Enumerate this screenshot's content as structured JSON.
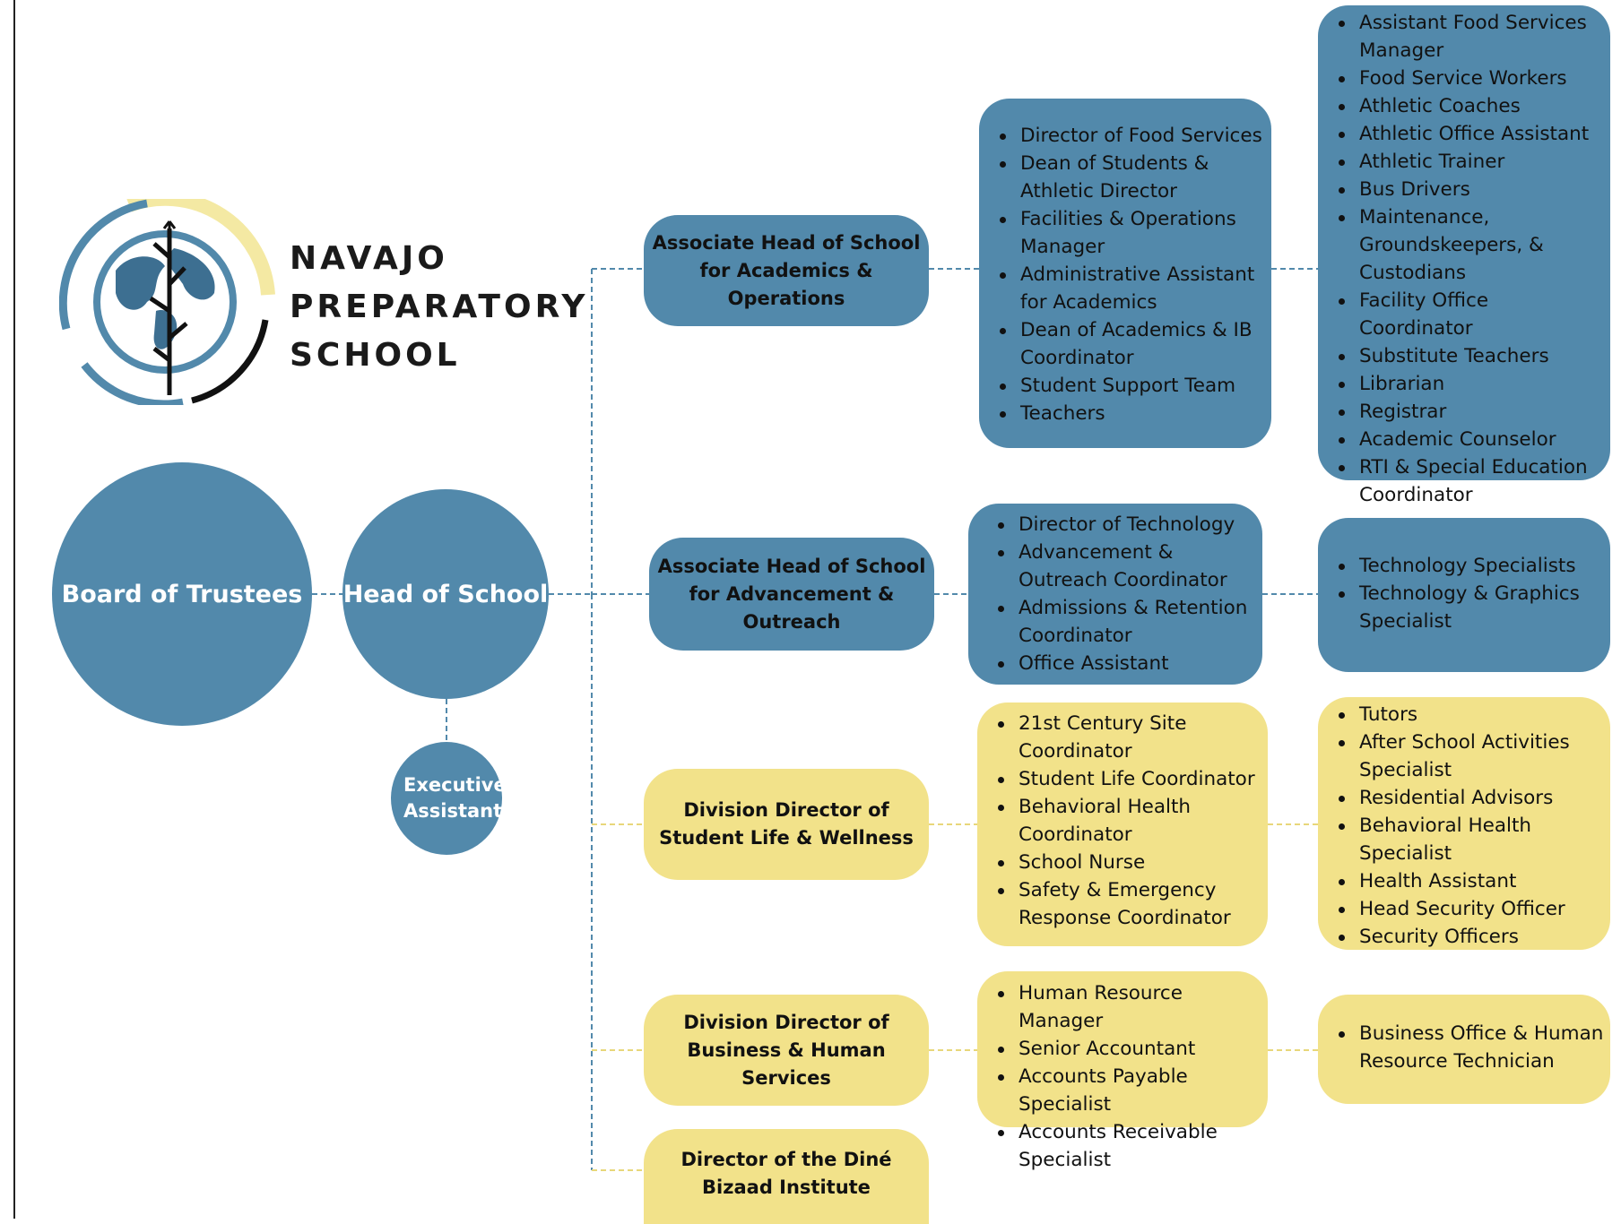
{
  "school_name": [
    "NAVAJO",
    "PREPARATORY",
    "SCHOOL"
  ],
  "colors": {
    "blue": "#5289ab",
    "yellow": "#f2e28a",
    "logo_yellow": "#f4e9a3",
    "logo_dark_blue": "#3d6f91",
    "logo_black": "#111111"
  },
  "icons": {
    "logo": "globe-with-cornstalk-logo"
  },
  "board": "Board of Trustees",
  "head": "Head of School",
  "exec": "Executive Assistant",
  "branches": [
    {
      "title": "Associate Head of School for Academics & Operations",
      "color": "blue",
      "level2": [
        "Director of Food Services",
        "Dean of Students & Athletic Director",
        "Facilities & Operations Manager",
        "Administrative Assistant for Academics",
        "Dean of Academics & IB Coordinator",
        "Student Support Team",
        "Teachers"
      ],
      "level3": [
        "Assistant Food Services Manager",
        "Food Service Workers",
        "Athletic Coaches",
        "Athletic Office Assistant",
        "Athletic Trainer",
        "Bus Drivers",
        "Maintenance, Groundskeepers, & Custodians",
        "Facility Office Coordinator",
        "Substitute Teachers",
        "Librarian",
        "Registrar",
        "Academic Counselor",
        "RTI & Special Education Coordinator"
      ]
    },
    {
      "title": "Associate Head of School for Advancement & Outreach",
      "color": "blue",
      "level2": [
        "Director of Technology",
        "Advancement & Outreach Coordinator",
        "Admissions & Retention Coordinator",
        "Office Assistant"
      ],
      "level3": [
        "Technology Specialists",
        "Technology & Graphics Specialist"
      ]
    },
    {
      "title": "Division Director of Student Life & Wellness",
      "color": "yellow",
      "level2": [
        "21st Century Site Coordinator",
        "Student Life Coordinator",
        "Behavioral Health Coordinator",
        "School Nurse",
        "Safety & Emergency Response Coordinator"
      ],
      "level3": [
        "Tutors",
        "After School Activities Specialist",
        "Residential Advisors",
        "Behavioral Health Specialist",
        "Health Assistant",
        "Head Security Officer",
        "Security Officers"
      ]
    },
    {
      "title": "Division Director of Business & Human Services",
      "color": "yellow",
      "level2": [
        "Human Resource Manager",
        "Senior Accountant",
        "Accounts Payable Specialist",
        "Accounts Receivable Specialist"
      ],
      "level3": [
        "Business Office & Human Resource Technician"
      ]
    },
    {
      "title": "Director of the Diné Bizaad Institute",
      "color": "yellow",
      "level2": [],
      "level3": []
    }
  ]
}
